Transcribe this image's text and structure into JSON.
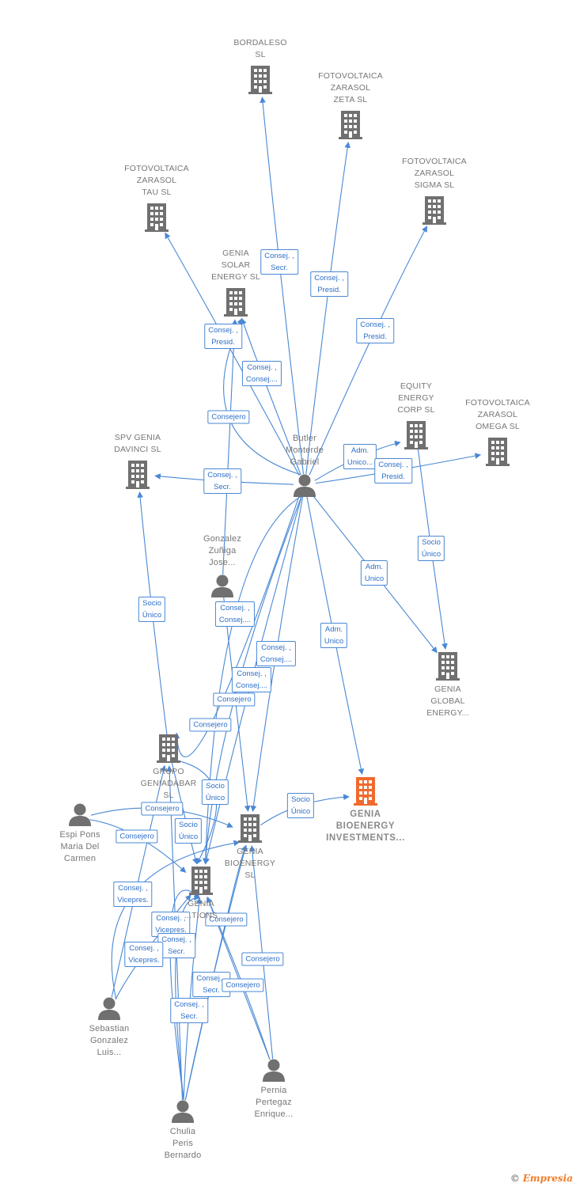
{
  "colors": {
    "edge": "#4a88d4",
    "company_icon": "#707070",
    "focus_icon": "#f06a2e",
    "person_icon": "#707070"
  },
  "nodes": [
    {
      "id": "bordaleso",
      "type": "company",
      "label": "BORDALESO\nSL",
      "icon": "building-icon"
    },
    {
      "id": "fzzeta",
      "type": "company",
      "label": "FOTOVOLTAICA\nZARASOL\nZETA  SL",
      "icon": "building-icon"
    },
    {
      "id": "fztau",
      "type": "company",
      "label": "FOTOVOLTAICA\nZARASOL\nTAU  SL",
      "icon": "building-icon"
    },
    {
      "id": "fzsigma",
      "type": "company",
      "label": "FOTOVOLTAICA\nZARASOL\nSIGMA  SL",
      "icon": "building-icon"
    },
    {
      "id": "geniasolar",
      "type": "company",
      "label": "GENIA\nSOLAR\nENERGY  SL",
      "icon": "building-icon"
    },
    {
      "id": "equity",
      "type": "company",
      "label": "EQUITY\nENERGY\nCORP SL",
      "icon": "building-icon"
    },
    {
      "id": "fzomega",
      "type": "company",
      "label": "FOTOVOLTAICA\nZARASOL\nOMEGA  SL",
      "icon": "building-icon"
    },
    {
      "id": "spvgenia",
      "type": "company",
      "label": "SPV GENIA\nDAVINCI  SL",
      "icon": "building-icon"
    },
    {
      "id": "butler",
      "type": "person",
      "label": "Butler\nMonterde\nGabriel",
      "icon": "person-icon"
    },
    {
      "id": "gonzalez",
      "type": "person",
      "label": "Gonzalez\nZuñiga\nJose...",
      "icon": "person-icon"
    },
    {
      "id": "geniaglobal",
      "type": "company",
      "label": "GENIA\nGLOBAL\nENERGY...",
      "icon": "building-icon"
    },
    {
      "id": "grupo",
      "type": "company",
      "label": "GRUPO\nGENIADABAR\nSL",
      "icon": "building-icon"
    },
    {
      "id": "geniabio",
      "type": "focus",
      "label": "GENIA\nBIOENERGY\nINVESTMENTS...",
      "icon": "building-icon"
    },
    {
      "id": "geniabioenergy",
      "type": "company",
      "label": "GENIA\nBIOENERGY\nSL",
      "icon": "building-icon"
    },
    {
      "id": "espi",
      "type": "person",
      "label": "Espi Pons\nMaria Del\nCarmen",
      "icon": "person-icon"
    },
    {
      "id": "geniasol2",
      "type": "company",
      "label": "GENIA\n...TIONS",
      "icon": "building-icon"
    },
    {
      "id": "sebastian",
      "type": "person",
      "label": "Sebastian\nGonzalez\nLuis...",
      "icon": "person-icon"
    },
    {
      "id": "pernia",
      "type": "person",
      "label": "Pernia\nPertegaz\nEnrique...",
      "icon": "person-icon"
    },
    {
      "id": "chulia",
      "type": "person",
      "label": "Chulia\nPeris\nBernardo",
      "icon": "person-icon"
    }
  ],
  "edge_labels": [
    "Consej. ,\nSecr.",
    "Consej. ,\nPresid.",
    "Consej. ,\nPresid.",
    "Consej. ,\nPresid.",
    "Consej. ,\nConsej....",
    "Consejero",
    "Adm.\nUnico...",
    "Consej. ,\nPresid.",
    "Consej. ,\nSecr.",
    "Socio\nÚnico",
    "Adm.\nUnico",
    "Socio\nÚnico",
    "Consej. ,\nConsej....",
    "Consej. ,\nConsej....",
    "Adm.\nUnico",
    "Consej. ,\nConsej....",
    "Consejero",
    "Consejero",
    "Socio\nÚnico",
    "Socio\nÚnico",
    "Consejero",
    "Socio\nÚnico",
    "Consejero",
    "Consej. ,\nVicepres.",
    "Consej. ,\nVicepres.",
    "Consejero",
    "Consej. ,\nSecr.",
    "Consej. ,\nVicepres.",
    "Consejero",
    "Consej. ,\nSecr.",
    "Consejero",
    "Consej. ,\nSecr."
  ],
  "watermark": {
    "symbol": "©",
    "brand": "Empresia"
  }
}
